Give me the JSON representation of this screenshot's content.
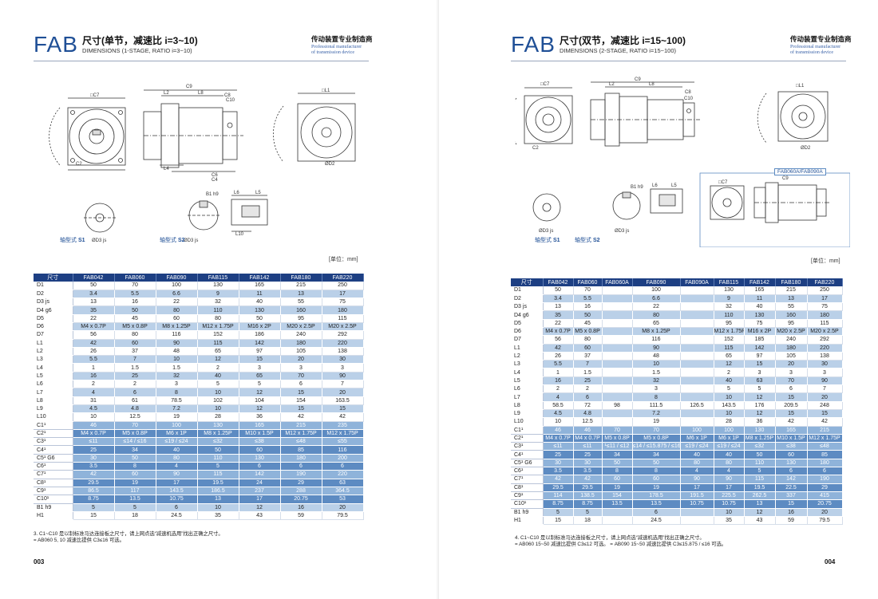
{
  "left": {
    "series": "FAB",
    "title": "尺寸(单节，减速比 i=3~10)",
    "subtitle": "DIMENSIONS (1-STAGE, RATIO i=3~10)",
    "brand_cn": "传动装置专业制造商",
    "brand_en_1": "Professional manufacturer",
    "brand_en_2": "of transmission device",
    "shaft_s1_cn": "轴型式",
    "shaft_s1": "S1",
    "shaft_s2_cn": "轴型式",
    "shaft_s2": "S2",
    "unit": "[单位：mm]",
    "page_number": "003",
    "headers": [
      "尺寸",
      "FAB042",
      "FAB060",
      "FAB090",
      "FAB115",
      "FAB142",
      "FAB180",
      "FAB220"
    ],
    "rows": [
      {
        "label": "D1",
        "cells": [
          "50",
          "70",
          "100",
          "130",
          "165",
          "215",
          "250"
        ]
      },
      {
        "label": "D2",
        "cells": [
          "3.4",
          "5.5",
          "6.6",
          "9",
          "11",
          "13",
          "17"
        ]
      },
      {
        "label": "D3 js",
        "cells": [
          "13",
          "16",
          "22",
          "32",
          "40",
          "55",
          "75"
        ]
      },
      {
        "label": "D4 g6",
        "cells": [
          "35",
          "50",
          "80",
          "110",
          "130",
          "160",
          "180"
        ]
      },
      {
        "label": "D5",
        "cells": [
          "22",
          "45",
          "60",
          "80",
          "50",
          "95",
          "115"
        ]
      },
      {
        "label": "D6",
        "cells": [
          "M4 x 0.7P",
          "M5 x 0.8P",
          "M8 x 1.25P",
          "M12 x 1.75P",
          "M16 x 2P",
          "M20 x 2.5P",
          "M20 x 2.5P"
        ]
      },
      {
        "label": "D7",
        "cells": [
          "56",
          "80",
          "116",
          "152",
          "186",
          "240",
          "292"
        ]
      },
      {
        "label": "L1",
        "cells": [
          "42",
          "60",
          "90",
          "115",
          "142",
          "180",
          "220"
        ]
      },
      {
        "label": "L2",
        "cells": [
          "26",
          "37",
          "48",
          "65",
          "97",
          "105",
          "138"
        ]
      },
      {
        "label": "L3",
        "cells": [
          "5.5",
          "7",
          "10",
          "12",
          "15",
          "20",
          "30"
        ]
      },
      {
        "label": "L4",
        "cells": [
          "1",
          "1.5",
          "1.5",
          "2",
          "3",
          "3",
          "3"
        ]
      },
      {
        "label": "L5",
        "cells": [
          "16",
          "25",
          "32",
          "40",
          "65",
          "70",
          "90"
        ]
      },
      {
        "label": "L6",
        "cells": [
          "2",
          "2",
          "3",
          "5",
          "5",
          "6",
          "7"
        ]
      },
      {
        "label": "L7",
        "cells": [
          "4",
          "6",
          "8",
          "10",
          "12",
          "15",
          "20"
        ]
      },
      {
        "label": "L8",
        "cells": [
          "31",
          "61",
          "78.5",
          "102",
          "104",
          "154",
          "163.5"
        ]
      },
      {
        "label": "L9",
        "cells": [
          "4.5",
          "4.8",
          "7.2",
          "10",
          "12",
          "15",
          "15"
        ]
      },
      {
        "label": "L10",
        "cells": [
          "10",
          "12.5",
          "19",
          "28",
          "36",
          "42",
          "42"
        ]
      },
      {
        "label": "C1¹",
        "cells": [
          "46",
          "70",
          "100",
          "130",
          "165",
          "215",
          "235"
        ]
      },
      {
        "label": "C2¹",
        "cells": [
          "M4 x 0.7P",
          "M5 x 0.8P",
          "M6 x 1P",
          "M8 x 1.25P",
          "M10 x 1.5P",
          "M12 x 1.75P",
          "M12 x 1.75P"
        ]
      },
      {
        "label": "C3¹",
        "cells": [
          "≤11",
          "≤14 / ≤16",
          "≤19 / ≤24",
          "≤32",
          "≤38",
          "≤48",
          "≤55"
        ]
      },
      {
        "label": "C4¹",
        "cells": [
          "25",
          "34",
          "40",
          "50",
          "60",
          "85",
          "116"
        ]
      },
      {
        "label": "C5¹ G6",
        "cells": [
          "30",
          "50",
          "80",
          "110",
          "130",
          "180",
          "200"
        ]
      },
      {
        "label": "C6¹",
        "cells": [
          "3.5",
          "8",
          "4",
          "5",
          "6",
          "6",
          "6"
        ]
      },
      {
        "label": "C7¹",
        "cells": [
          "42",
          "60",
          "90",
          "115",
          "142",
          "190",
          "220"
        ]
      },
      {
        "label": "C8¹",
        "cells": [
          "29.5",
          "19",
          "17",
          "19.5",
          "24",
          "29",
          "63"
        ]
      },
      {
        "label": "C9¹",
        "cells": [
          "86.5",
          "117",
          "143.5",
          "186.5",
          "237",
          "288",
          "364.5"
        ]
      },
      {
        "label": "C10¹",
        "cells": [
          "8.75",
          "13.5",
          "10.75",
          "13",
          "17",
          "20.75",
          "53"
        ]
      },
      {
        "label": "B1 h9",
        "cells": [
          "5",
          "5",
          "6",
          "10",
          "12",
          "16",
          "20"
        ]
      },
      {
        "label": "H1",
        "cells": [
          "15",
          "18",
          "24.5",
          "35",
          "43",
          "59",
          "79.5"
        ]
      }
    ],
    "note_1": "3. C1~C10 是以制标准马达连接板之尺寸，请上网点选“减速机选用”找出正确之尺寸。",
    "note_2": "= AB060 5, 10 减速比提供 C3≤16 可选。"
  },
  "right": {
    "series": "FAB",
    "title": "尺寸(双节，减速比 i=15~100)",
    "subtitle": "DIMENSIONS (2-STAGE, RATIO i=15~100)",
    "brand_cn": "传动装置专业制造商",
    "brand_en_1": "Professional manufacturer",
    "brand_en_2": "of transmission device",
    "box_label": "FAB060A/FAB090A",
    "shaft_s1_cn": "轴型式",
    "shaft_s1": "S1",
    "shaft_s2_cn": "轴型式",
    "shaft_s2": "S2",
    "unit": "[单位：mm]",
    "page_number": "004",
    "headers": [
      "尺寸",
      "FAB042",
      "FAB060",
      "FAB060A",
      "FAB090",
      "FAB090A",
      "FAB115",
      "FAB142",
      "FAB180",
      "FAB220"
    ],
    "rows": [
      {
        "label": "D1",
        "cells": [
          "50",
          "70",
          "",
          "100",
          "",
          "130",
          "165",
          "215",
          "250"
        ]
      },
      {
        "label": "D2",
        "cells": [
          "3.4",
          "5.5",
          "",
          "6.6",
          "",
          "9",
          "11",
          "13",
          "17"
        ]
      },
      {
        "label": "D3 js",
        "cells": [
          "13",
          "16",
          "",
          "22",
          "",
          "32",
          "40",
          "55",
          "75"
        ]
      },
      {
        "label": "D4 g6",
        "cells": [
          "35",
          "50",
          "",
          "80",
          "",
          "110",
          "130",
          "160",
          "180"
        ]
      },
      {
        "label": "D5",
        "cells": [
          "22",
          "45",
          "",
          "65",
          "",
          "95",
          "75",
          "95",
          "115"
        ]
      },
      {
        "label": "D6",
        "cells": [
          "M4 x 0.7P",
          "M5 x 0.8P",
          "",
          "M8 x 1.25P",
          "",
          "M12 x 1.75P",
          "M16 x 2P",
          "M20 x 2.5P",
          "M20 x 2.5P"
        ]
      },
      {
        "label": "D7",
        "cells": [
          "56",
          "80",
          "",
          "116",
          "",
          "152",
          "185",
          "240",
          "292"
        ]
      },
      {
        "label": "L1",
        "cells": [
          "42",
          "60",
          "",
          "90",
          "",
          "115",
          "142",
          "180",
          "220"
        ]
      },
      {
        "label": "L2",
        "cells": [
          "26",
          "37",
          "",
          "48",
          "",
          "65",
          "97",
          "105",
          "138"
        ]
      },
      {
        "label": "L3",
        "cells": [
          "5.5",
          "7",
          "",
          "10",
          "",
          "12",
          "15",
          "20",
          "30"
        ]
      },
      {
        "label": "L4",
        "cells": [
          "1",
          "1.5",
          "",
          "1.5",
          "",
          "2",
          "3",
          "3",
          "3"
        ]
      },
      {
        "label": "L5",
        "cells": [
          "16",
          "25",
          "",
          "32",
          "",
          "40",
          "63",
          "70",
          "90"
        ]
      },
      {
        "label": "L6",
        "cells": [
          "2",
          "2",
          "",
          "3",
          "",
          "5",
          "5",
          "6",
          "7"
        ]
      },
      {
        "label": "L7",
        "cells": [
          "4",
          "6",
          "",
          "8",
          "",
          "10",
          "12",
          "15",
          "20"
        ]
      },
      {
        "label": "L8",
        "cells": [
          "58.5",
          "72",
          "98",
          "111.5",
          "126.5",
          "143.5",
          "176",
          "209.5",
          "248"
        ]
      },
      {
        "label": "L9",
        "cells": [
          "4.5",
          "4.8",
          "",
          "7.2",
          "",
          "10",
          "12",
          "15",
          "15"
        ]
      },
      {
        "label": "L10",
        "cells": [
          "10",
          "12.5",
          "",
          "19",
          "",
          "28",
          "36",
          "42",
          "42"
        ]
      },
      {
        "label": "C1¹",
        "cells": [
          "46",
          "46",
          "70",
          "70",
          "100",
          "100",
          "130",
          "165",
          "215"
        ]
      },
      {
        "label": "C2¹",
        "cells": [
          "M4 x 0.7P",
          "M4 x 0.7P",
          "M5 x 0.8P",
          "M5 x 0.8P",
          "M6 x 1P",
          "M6 x 1P",
          "M8 x 1.25P",
          "M10 x 1.5P",
          "M12 x 1.75P"
        ]
      },
      {
        "label": "C3¹",
        "cells": [
          "≤11",
          "≤11",
          "¹≤11 / ≤12",
          "≤14 / ≤15.875 / ≤16",
          "≤19 / ≤24",
          "≤19 / ≤24",
          "≤32",
          "≤38",
          "≤48"
        ]
      },
      {
        "label": "C4¹",
        "cells": [
          "25",
          "25",
          "34",
          "34",
          "40",
          "40",
          "50",
          "60",
          "85"
        ]
      },
      {
        "label": "C5¹ G6",
        "cells": [
          "30",
          "30",
          "50",
          "50",
          "80",
          "80",
          "110",
          "130",
          "180"
        ]
      },
      {
        "label": "C6¹",
        "cells": [
          "3.5",
          "3.5",
          "8",
          "8",
          "4",
          "4",
          "5",
          "6",
          "6"
        ]
      },
      {
        "label": "C7¹",
        "cells": [
          "42",
          "42",
          "60",
          "60",
          "90",
          "90",
          "115",
          "142",
          "190"
        ]
      },
      {
        "label": "C8¹",
        "cells": [
          "29.5",
          "29.5",
          "19",
          "19",
          "17",
          "17",
          "19.5",
          "22.5",
          "29"
        ]
      },
      {
        "label": "C9¹",
        "cells": [
          "114",
          "138.5",
          "154",
          "178.5",
          "191.5",
          "225.5",
          "262.5",
          "337",
          "415"
        ]
      },
      {
        "label": "C10¹",
        "cells": [
          "8.75",
          "8.75",
          "13.5",
          "13.5",
          "10.75",
          "10.75",
          "13",
          "15",
          "20.75"
        ]
      },
      {
        "label": "B1 h9",
        "cells": [
          "5",
          "5",
          "",
          "6",
          "",
          "10",
          "12",
          "16",
          "20"
        ]
      },
      {
        "label": "H1",
        "cells": [
          "15",
          "18",
          "",
          "24.5",
          "",
          "35",
          "43",
          "59",
          "79.5"
        ]
      }
    ],
    "note_1": "4. C1~C10 是以制标准马达连接板之尺寸，请上网点选“减速机选用”找出正确之尺寸。",
    "note_2": "= AB060 15~50 减速比提供 C3≤12 可选。  = AB090 15~50 减速比提供 C3≤15.875 / ≤16 可选。"
  }
}
